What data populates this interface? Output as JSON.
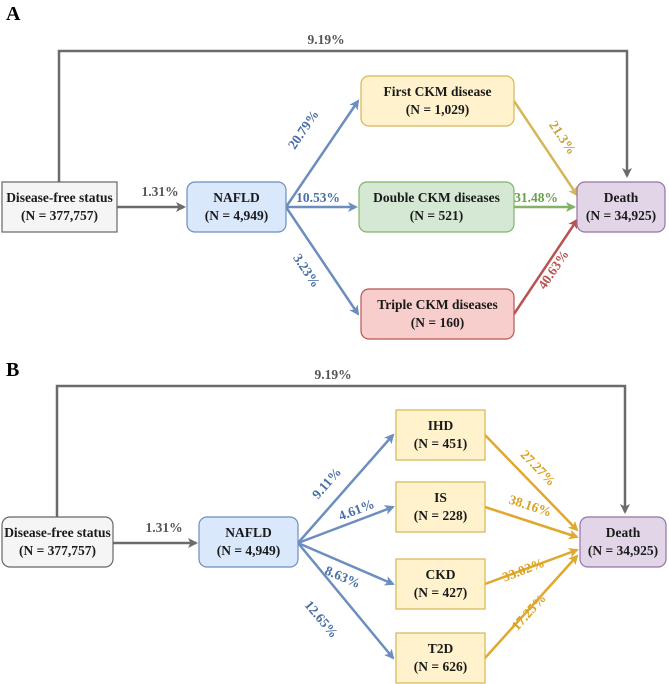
{
  "colors": {
    "gray": "#6b6b6b",
    "blue": "#6c8ebf",
    "yellow": "#d6b656",
    "green": "#82b366",
    "red": "#b85450",
    "panel_b_yellow": "#e0a82e"
  },
  "panel_a": {
    "letter": "A",
    "nodes": {
      "disease_free": {
        "line1": "Disease-free status",
        "line2": "(N = 377,757)"
      },
      "nafld": {
        "line1": "NAFLD",
        "line2": "(N = 4,949)"
      },
      "first": {
        "line1": "First CKM disease",
        "line2": "(N = 1,029)"
      },
      "double": {
        "line1": "Double CKM diseases",
        "line2": "(N = 521)"
      },
      "triple": {
        "line1": "Triple CKM diseases",
        "line2": "(N = 160)"
      },
      "death": {
        "line1": "Death",
        "line2": "(N = 34,925)"
      }
    },
    "edges": {
      "top": "9.19%",
      "df_nafld": "1.31%",
      "nafld_first": "20.79%",
      "nafld_double": "10.53%",
      "nafld_triple": "3.23%",
      "first_death": "21.3%",
      "double_death": "31.48%",
      "triple_death": "40.63%"
    }
  },
  "panel_b": {
    "letter": "B",
    "nodes": {
      "disease_free": {
        "line1": "Disease-free status",
        "line2": "(N = 377,757)"
      },
      "nafld": {
        "line1": "NAFLD",
        "line2": "(N = 4,949)"
      },
      "ihd": {
        "line1": "IHD",
        "line2": "(N = 451)"
      },
      "is": {
        "line1": "IS",
        "line2": "(N = 228)"
      },
      "ckd": {
        "line1": "CKD",
        "line2": "(N = 427)"
      },
      "t2d": {
        "line1": "T2D",
        "line2": "(N = 626)"
      },
      "death": {
        "line1": "Death",
        "line2": "(N = 34,925)"
      }
    },
    "edges": {
      "top": "9.19%",
      "df_nafld": "1.31%",
      "nafld_ihd": "9.11%",
      "nafld_is": "4.61%",
      "nafld_ckd": "8.63%",
      "nafld_t2d": "12.65%",
      "ihd_death": "27.27%",
      "is_death": "38.16%",
      "ckd_death": "33.02%",
      "t2d_death": "17.25%"
    }
  }
}
